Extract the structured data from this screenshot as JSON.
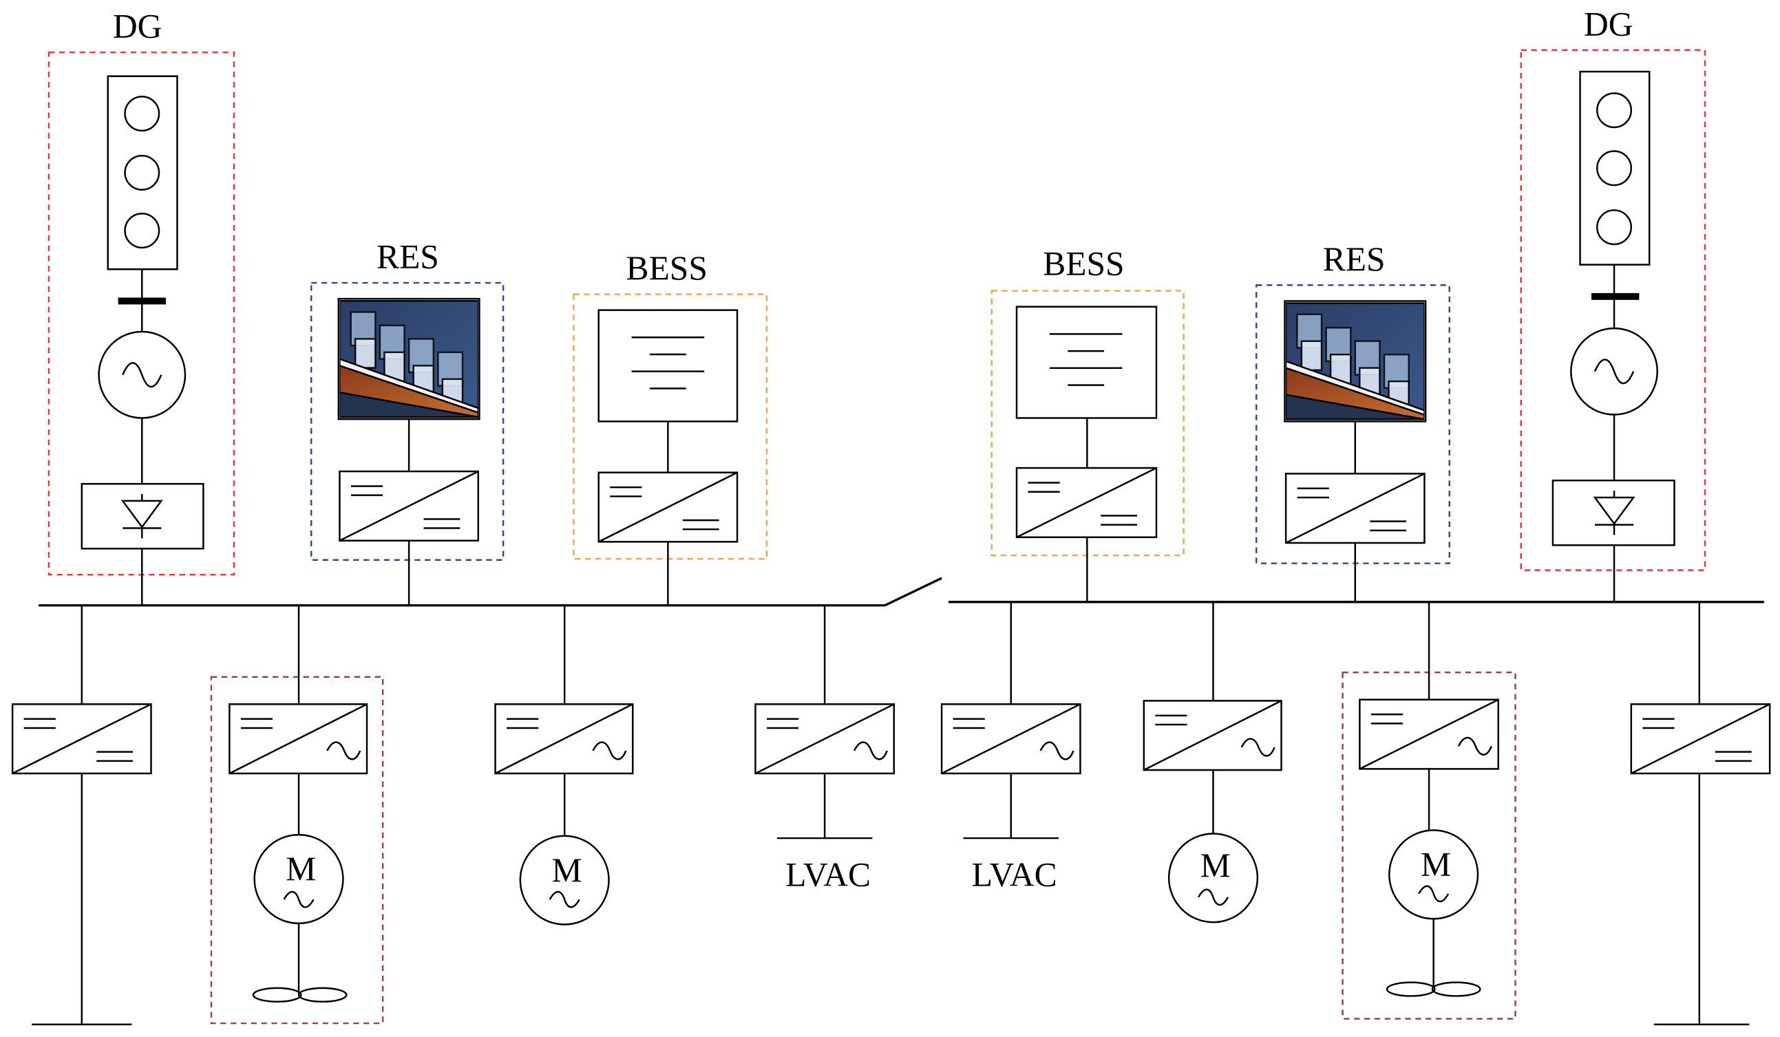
{
  "labels": {
    "dg": "DG",
    "res": "RES",
    "bess": "BESS",
    "motor": "M",
    "lvac": "LVAC"
  },
  "colors": {
    "dg_box": "#e03a3a",
    "res_box": "#2d4f86",
    "bess_box": "#f0a64a",
    "motor_box": "#a0404a",
    "line": "#000000"
  },
  "icons": {
    "dg_engine": "engine-cylinders-icon",
    "generator": "ac-generator-icon",
    "rectifier": "diode-rectifier-icon",
    "pv_panel": "solar-panel-icon",
    "battery": "battery-icon",
    "dcdc": "dc-dc-converter-icon",
    "dcac": "dc-ac-inverter-icon",
    "motor": "ac-motor-icon",
    "propeller": "propeller-icon",
    "bus_tie": "breaker-switch-icon"
  }
}
